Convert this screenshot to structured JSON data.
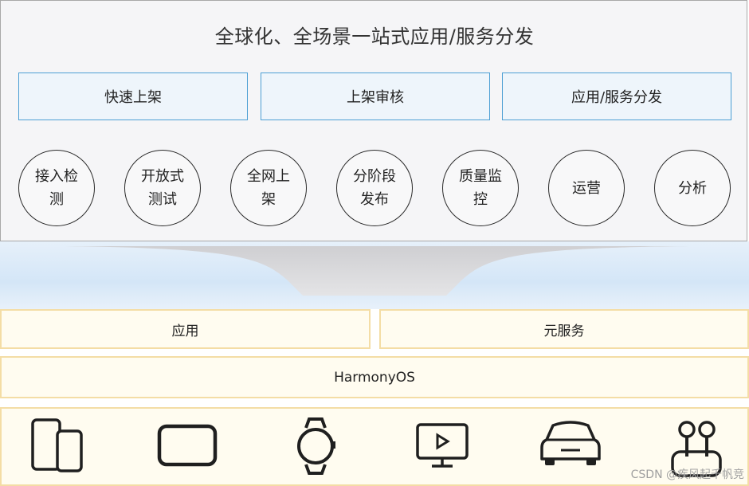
{
  "title": "全球化、全场景一站式应用/服务分发",
  "features": [
    "快速上架",
    "上架审核",
    "应用/服务分发"
  ],
  "steps": [
    "接入检测",
    "开放式测试",
    "全网上架",
    "分阶段发布",
    "质量监控",
    "运营",
    "分析"
  ],
  "layers": {
    "app": "应用",
    "atomic_service": "元服务",
    "os": "HarmonyOS"
  },
  "devices": [
    "phone-icon",
    "tablet-icon",
    "watch-icon",
    "tv-icon",
    "car-icon",
    "earbuds-icon"
  ],
  "watermark": "CSDN @疾风起千帆竞",
  "colors": {
    "feature_border": "#4c9fd4",
    "feature_fill": "#eef5fb",
    "layer_border": "#f4dda5",
    "layer_fill": "#fffcf0",
    "funnel_fill": "#dcdcde",
    "glow": "#d6e8f7"
  }
}
